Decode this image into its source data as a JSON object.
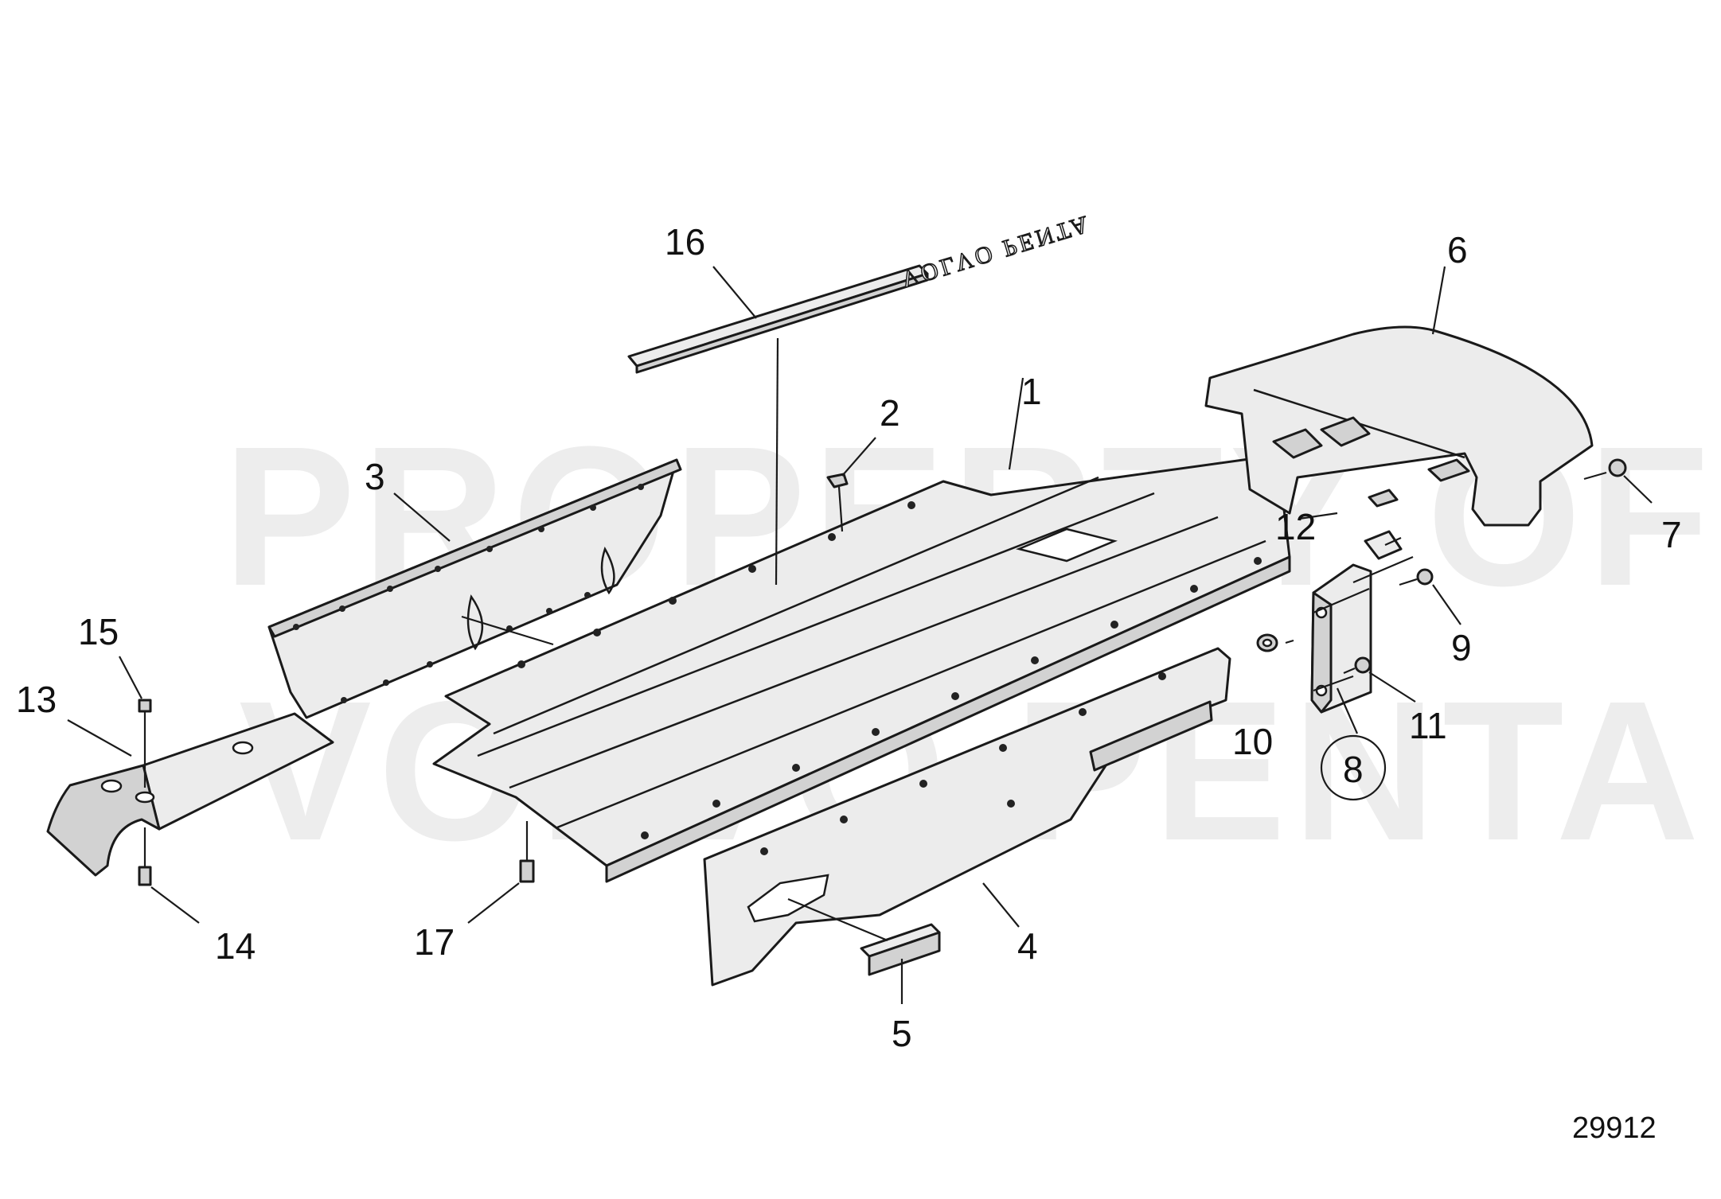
{
  "watermark": {
    "line1": "PROPERTY OF",
    "line2": "VOLVO PENTA"
  },
  "emblem_text": "VOLVO PENTA",
  "callouts": [
    {
      "id": "1",
      "label": "1"
    },
    {
      "id": "2",
      "label": "2"
    },
    {
      "id": "3",
      "label": "3"
    },
    {
      "id": "4",
      "label": "4"
    },
    {
      "id": "5",
      "label": "5"
    },
    {
      "id": "6",
      "label": "6"
    },
    {
      "id": "7",
      "label": "7"
    },
    {
      "id": "8",
      "label": "8"
    },
    {
      "id": "9",
      "label": "9"
    },
    {
      "id": "10",
      "label": "10"
    },
    {
      "id": "11",
      "label": "11"
    },
    {
      "id": "12",
      "label": "12"
    },
    {
      "id": "13",
      "label": "13"
    },
    {
      "id": "14",
      "label": "14"
    },
    {
      "id": "15",
      "label": "15"
    },
    {
      "id": "16",
      "label": "16"
    },
    {
      "id": "17",
      "label": "17"
    }
  ],
  "drawing_number": "29912"
}
